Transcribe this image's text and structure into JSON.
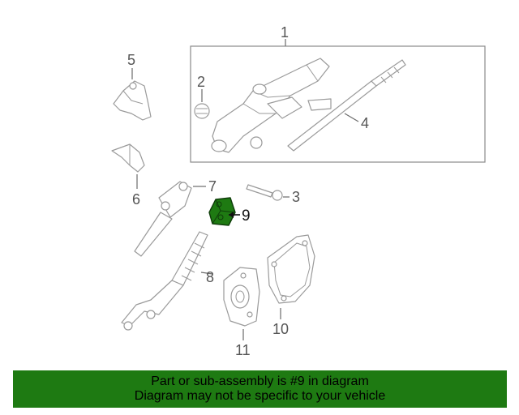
{
  "diagram": {
    "callouts": {
      "c1": "1",
      "c2": "2",
      "c3": "3",
      "c4": "4",
      "c5": "5",
      "c6": "6",
      "c7": "7",
      "c8": "8",
      "c9": "9",
      "c10": "10",
      "c11": "11"
    },
    "highlighted_part": "9",
    "highlight_color": "#1e7a12",
    "line_color": "#9a9a9a"
  },
  "banner": {
    "line1": "Part or sub-assembly is #9 in diagram",
    "line2": "Diagram may not be specific to your vehicle",
    "background": "#1e7a12"
  }
}
